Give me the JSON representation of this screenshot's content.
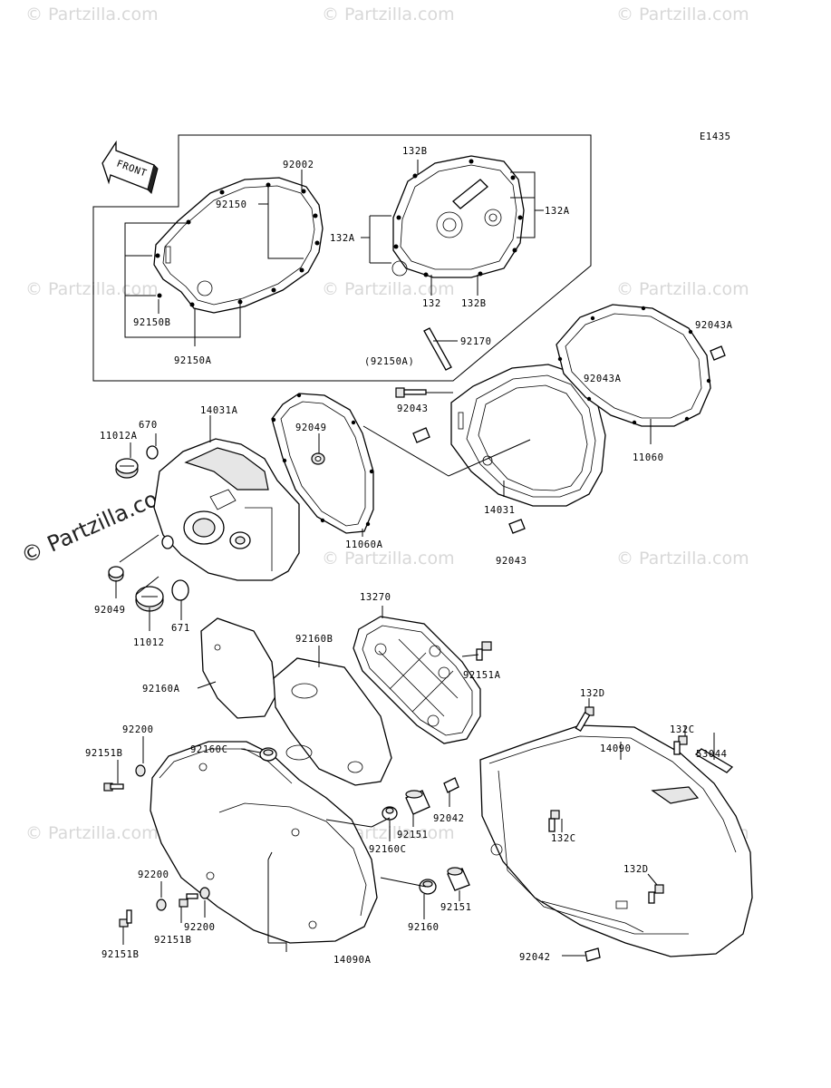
{
  "figure": {
    "code": "E1435",
    "front_arrow": "FRONT"
  },
  "watermarks": {
    "small": "© Partzilla.com",
    "large": "© Partzilla.com"
  },
  "labels": {
    "p92002": "92002",
    "p132b_top": "132B",
    "p92150": "92150",
    "p132a_right": "132A",
    "p132a_left": "132A",
    "p92150b": "92150B",
    "p132": "132",
    "p132b_bottom": "132B",
    "p92150a": "92150A",
    "p92043a_top": "92043A",
    "p92170": "92170",
    "p92150a_paren": "(92150A)",
    "p92043a": "92043A",
    "p14031a": "14031A",
    "p670": "670",
    "p11012a": "11012A",
    "p92049_top": "92049",
    "p92043_top": "92043",
    "p11060": "11060",
    "p14031": "14031",
    "p11060a": "11060A",
    "p92043_bottom": "92043",
    "p92049_bottom": "92049",
    "p671": "671",
    "p11012": "11012",
    "p13270": "13270",
    "p92160b": "92160B",
    "p92151a": "92151A",
    "p92160a": "92160A",
    "p132d_top": "132D",
    "p132c_top": "132C",
    "p92200_top": "92200",
    "p92160c_top": "92160C",
    "p14090": "14090",
    "p53044": "53044",
    "p92151b_top": "92151B",
    "p92042_mid": "92042",
    "p92151_mid": "92151",
    "p132c_mid": "132C",
    "p92160c_mid": "92160C",
    "p92200_left": "92200",
    "p132d_bottom": "132D",
    "p92151_bottom": "92151",
    "p92200_bottom": "92200",
    "p92151b_left": "92151B",
    "p92151b_bottom": "92151B",
    "p92160": "92160",
    "p14090a": "14090A",
    "p92042_bottom": "92042"
  }
}
